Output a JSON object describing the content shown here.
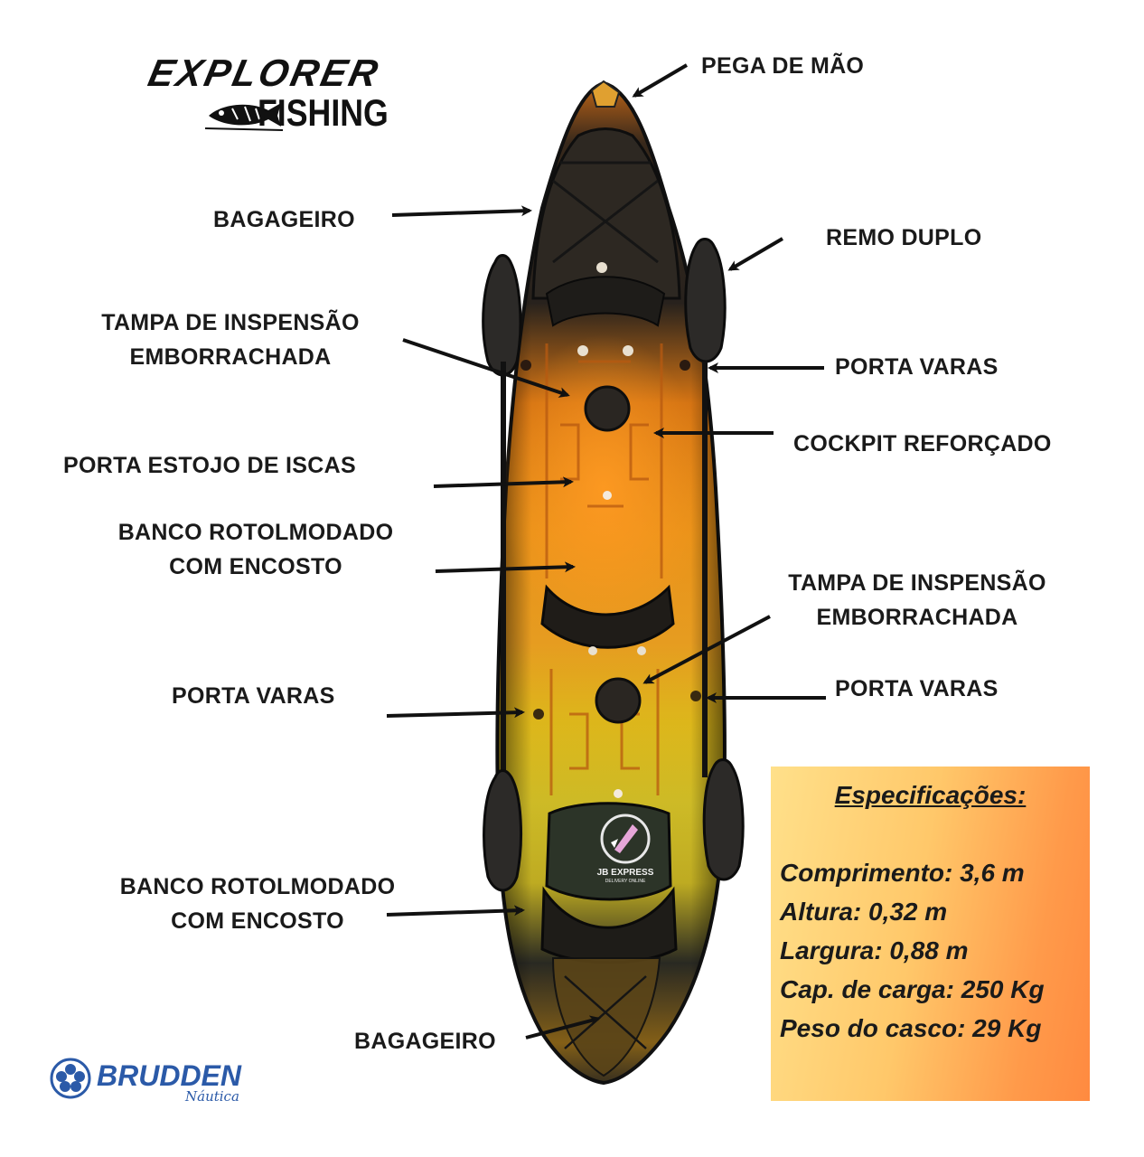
{
  "brand": {
    "explorer": "EXPLORER",
    "fishing": "FISHING",
    "brudden": "BRUDDEN",
    "nautica": "Náutica"
  },
  "colors": {
    "label_text": "#1a1a1a",
    "arrow": "#111111",
    "hull_dark": "#2a2520",
    "hull_orange": "#f08a1a",
    "hull_yellow": "#e8c81a",
    "brand_blue": "#2b5aa8"
  },
  "labels": {
    "pega_de_mao": "PEGA DE MÃO",
    "bagageiro_top": "BAGAGEIRO",
    "remo_duplo": "REMO DUPLO",
    "tampa_1_line1": "TAMPA DE INSPENSÃO",
    "tampa_1_line2": "EMBORRACHADA",
    "porta_varas_right_1": "PORTA VARAS",
    "cockpit": "COCKPIT REFORÇADO",
    "porta_estojo": "PORTA ESTOJO DE ISCAS",
    "banco_1_line1": "BANCO ROTOLMODADO",
    "banco_1_line2": "COM ENCOSTO",
    "tampa_2_line1": "TAMPA DE INSPENSÃO",
    "tampa_2_line2": "EMBORRACHADA",
    "porta_varas_left": "PORTA VARAS",
    "porta_varas_right_2": "PORTA VARAS",
    "banco_2_line1": "BANCO ROTOLMODADO",
    "banco_2_line2": "COM ENCOSTO",
    "bagageiro_bottom": "BAGAGEIRO"
  },
  "seat_badge": {
    "title": "JB EXPRESS",
    "subtitle": "DELIVERY ONLINE"
  },
  "specs": {
    "title": "Especificações:",
    "lines": [
      "Comprimento: 3,6 m",
      "Altura: 0,32 m",
      "Largura: 0,88 m",
      "Cap. de carga: 250 Kg",
      "Peso do casco: 29 Kg"
    ]
  }
}
